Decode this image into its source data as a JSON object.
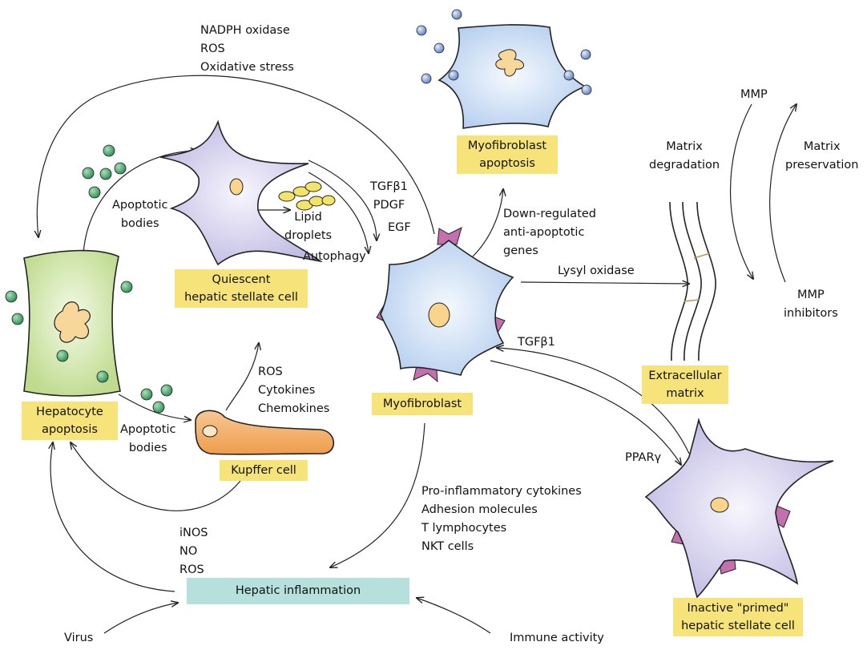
{
  "colors": {
    "label_box": "#f6e47a",
    "inflammation_box": "#b5e0dc",
    "hepatocyte_fill": "#cfe5a7",
    "stellate_fill": "#d6d3ee",
    "myofibroblast_fill": "#cfe0f4",
    "kupffer_fill": "#f4b068",
    "body_green": "#3f9f60",
    "lipid_yellow": "#f2e46a",
    "receptor_purple": "#c46fae",
    "nucleus_orange": "#f9d58b"
  },
  "cells": {
    "myofibroblast_apoptosis": "Myofibroblast\napoptosis",
    "quiescent_hsc": "Quiescent\nhepatic stellate cell",
    "hepatocyte_apoptosis": "Hepatocyte\napoptosis",
    "kupffer": "Kupffer cell",
    "myofibroblast": "Myofibroblast",
    "ecm": "Extracellular\nmatrix",
    "inactive_hsc": "Inactive \"primed\"\nhepatic stellate cell",
    "hepatic_inflammation": "Hepatic inflammation"
  },
  "labels": {
    "nadph": "NADPH oxidase\nROS\nOxidative stress",
    "apoptotic_bodies_top": "Apoptotic\nbodies",
    "apoptotic_bodies_bottom": "Apoptotic\nbodies",
    "lipid_droplets": "Lipid\ndroplets",
    "autophagy": "Autophagy",
    "tgf_pdgf": "TGFβ1\nPDGF",
    "egf": "EGF",
    "down_regulated": "Down-regulated\nanti-apoptotic\ngenes",
    "lysyl_oxidase": "Lysyl oxidase",
    "tgfb1_right": "TGFβ1",
    "ppar": "PPARγ",
    "mmp_top": "MMP",
    "matrix_degradation": "Matrix\ndegradation",
    "matrix_preservation": "Matrix\npreservation",
    "mmp_inhibitors": "MMP\ninhibitors",
    "ros_cytokines": "ROS\nCytokines\nChemokines",
    "pro_inflammatory": "Pro-inflammatory cytokines\nAdhesion molecules\nT lymphocytes\nNKT cells",
    "inos": "iNOS\nNO\nROS",
    "virus": "Virus",
    "immune_activity": "Immune activity"
  }
}
